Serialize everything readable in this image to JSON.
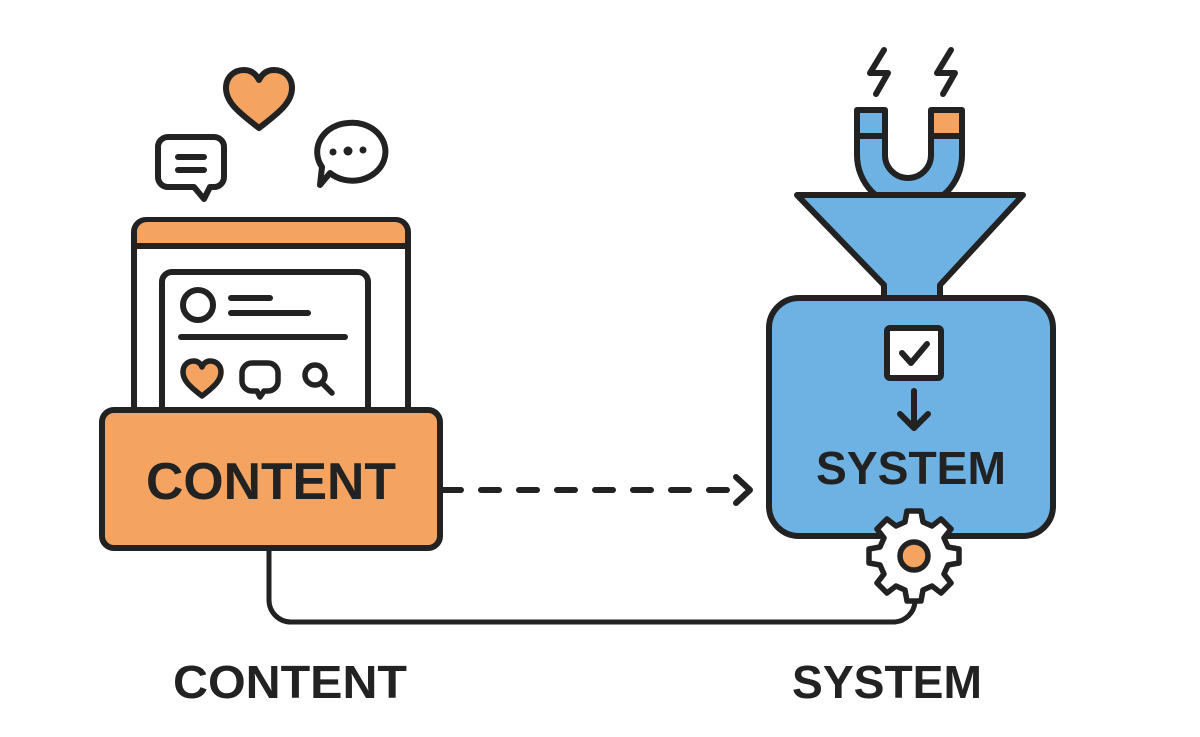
{
  "diagram": {
    "content_box_label": "CONTENT",
    "system_box_label": "SYSTEM",
    "content_caption": "CONTENT",
    "system_caption": "SYSTEM",
    "flow_direction": "content-to-system"
  },
  "icons": {
    "floating": [
      "chat-bubble-lines-icon",
      "heart-icon",
      "chat-bubble-dots-icon"
    ],
    "post_card": [
      "avatar-circle-icon",
      "heart-icon",
      "comment-icon",
      "search-icon"
    ],
    "system": [
      "lightning-bolt-icon",
      "lightning-bolt-icon",
      "magnet-icon",
      "funnel-icon",
      "checkbox-icon",
      "down-arrow-icon",
      "gear-icon"
    ]
  },
  "colors": {
    "orange": "#F4A460",
    "blue": "#6EB1E3",
    "stroke": "#222222",
    "white": "#FFFFFF"
  }
}
